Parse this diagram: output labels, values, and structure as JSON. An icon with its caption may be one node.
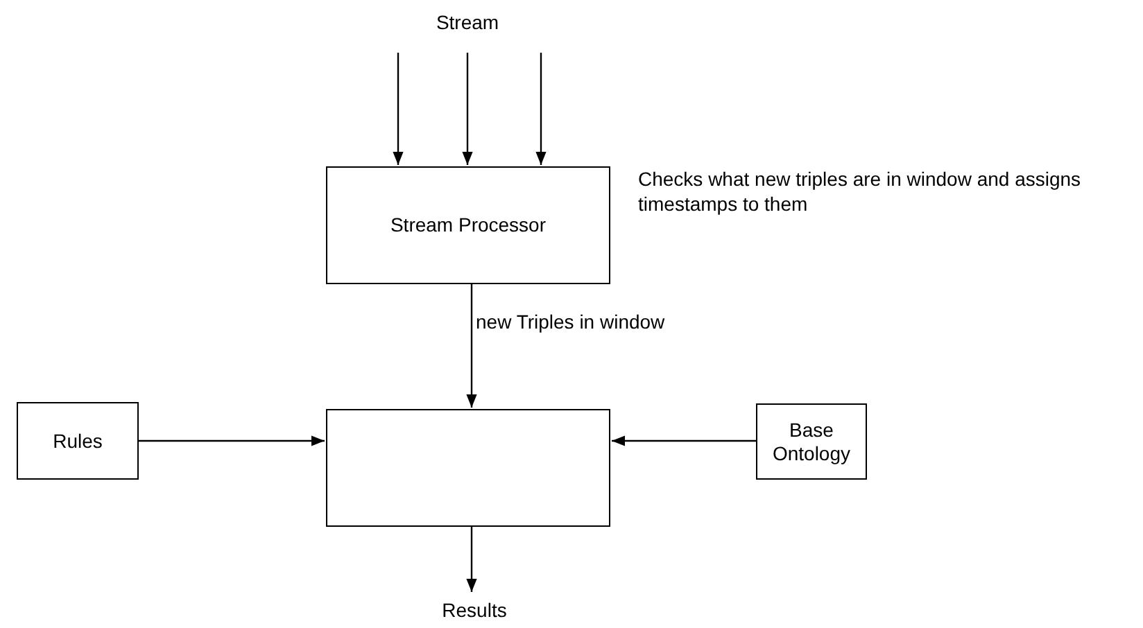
{
  "diagram": {
    "nodes": [
      {
        "text": [
          "Stream"
        ]
      },
      {
        "text": [
          "Stream Processor"
        ],
        "beside": [
          "Checks what new triples are in window and assigns timestamps to them"
        ]
      },
      {
        "text": [],
        "shape": "box"
      },
      {
        "text": [
          "Rules"
        ]
      },
      {
        "text": [
          "Base Ontology"
        ]
      },
      {
        "text": [
          "Results"
        ]
      }
    ],
    "edges": [
      {
        "from": 0,
        "to": 1,
        "arrow": "to"
      },
      {
        "from": 0,
        "to": 1,
        "arrow": "to"
      },
      {
        "from": 0,
        "to": 1,
        "arrow": "to"
      },
      {
        "from": 1,
        "to": 2,
        "arrow": "to",
        "label": "new Triples in window"
      },
      {
        "from": 3,
        "to": 2,
        "arrow": "to"
      },
      {
        "from": 4,
        "to": 2,
        "arrow": "to"
      },
      {
        "from": 2,
        "to": 5,
        "arrow": "to"
      }
    ]
  }
}
